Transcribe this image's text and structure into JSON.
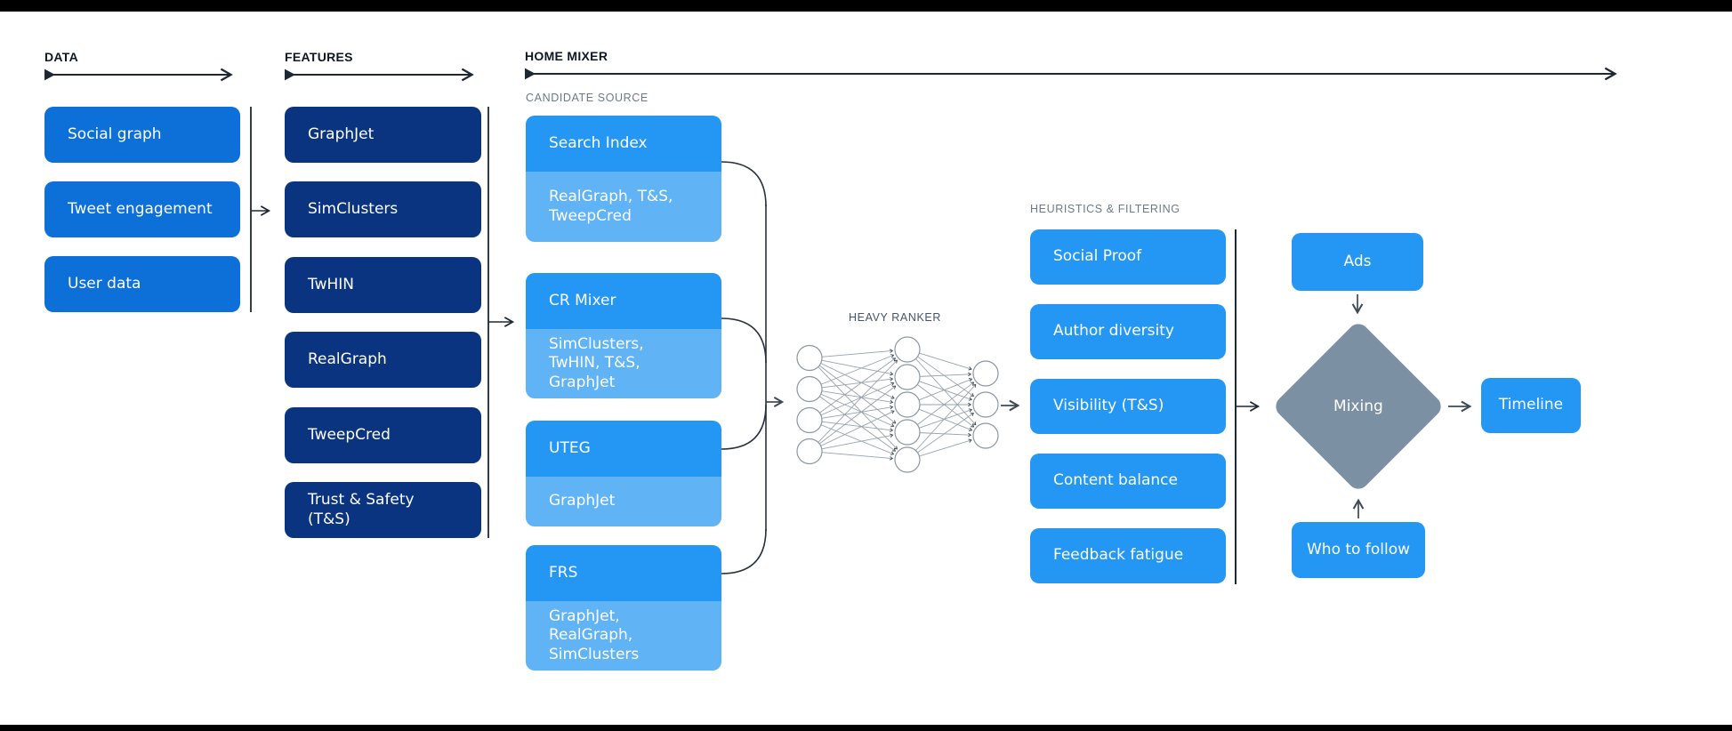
{
  "colors": {
    "data_box": "#0D6FD8",
    "features_box": "#0B3480",
    "mixer_box": "#2397F3",
    "mixer_sub_box": "#60B3F4",
    "diamond": "#7C90A3",
    "arrow": "#1E2834",
    "label_gray": "#6B7989"
  },
  "header": {
    "data": "DATA",
    "features": "FEATURES",
    "home_mixer": "HOME MIXER"
  },
  "data_column": {
    "boxes": [
      "Social graph",
      "Tweet engagement",
      "User data"
    ]
  },
  "features_column": {
    "boxes": [
      "GraphJet",
      "SimClusters",
      "TwHIN",
      "RealGraph",
      "TweepCred",
      "Trust & Safety (T&S)"
    ]
  },
  "candidate_source": {
    "label": "CANDIDATE SOURCE",
    "boxes": [
      {
        "title": "Search Index",
        "subtitle": "RealGraph, T&S, TweepCred"
      },
      {
        "title": "CR Mixer",
        "subtitle": "SimClusters, TwHIN, T&S, GraphJet"
      },
      {
        "title": "UTEG",
        "subtitle": "GraphJet"
      },
      {
        "title": "FRS",
        "subtitle": "GraphJet, RealGraph, SimClusters"
      }
    ]
  },
  "heavy_ranker": {
    "label": "HEAVY RANKER",
    "layers": [
      4,
      5,
      3
    ]
  },
  "heuristics": {
    "label": "HEURISTICS & FILTERING",
    "boxes": [
      "Social Proof",
      "Author diversity",
      "Visibility (T&S)",
      "Content balance",
      "Feedback fatigue"
    ]
  },
  "output_stage": {
    "ads": "Ads",
    "mixing": "Mixing",
    "who_to_follow": "Who to follow",
    "timeline": "Timeline"
  }
}
